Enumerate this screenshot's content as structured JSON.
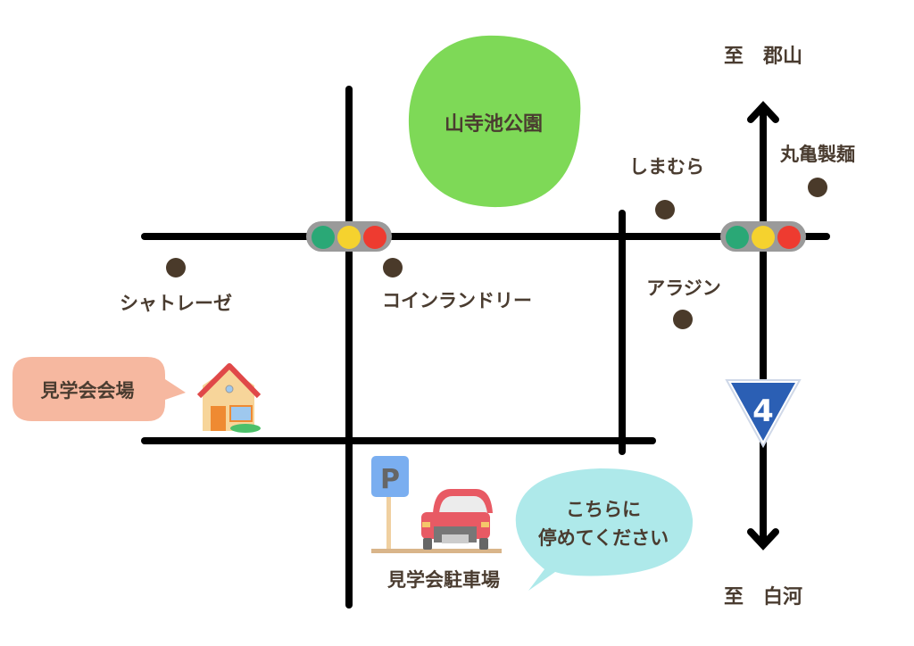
{
  "colors": {
    "road": "#000000",
    "text": "#4a3c30",
    "park": "#7ed957",
    "dot": "#4a3a2a",
    "bubble_venue": "#f6b8a0",
    "bubble_parking": "#aee9ea",
    "route_sign": "#2b5fb4"
  },
  "park": {
    "label": "山寺池公園"
  },
  "directions": {
    "north": "至　郡山",
    "south": "至　白河"
  },
  "landmarks": {
    "chateraise": "シャトレーゼ",
    "coin_laundry": "コインランドリー",
    "shimamura": "しまむら",
    "marugame": "丸亀製麺",
    "aladdin": "アラジン"
  },
  "route": {
    "number": "4"
  },
  "venue": {
    "label": "見学会会場"
  },
  "parking": {
    "sign": "P",
    "label": "見学会駐車場",
    "bubble_line1": "こちらに",
    "bubble_line2": "停めてください"
  }
}
